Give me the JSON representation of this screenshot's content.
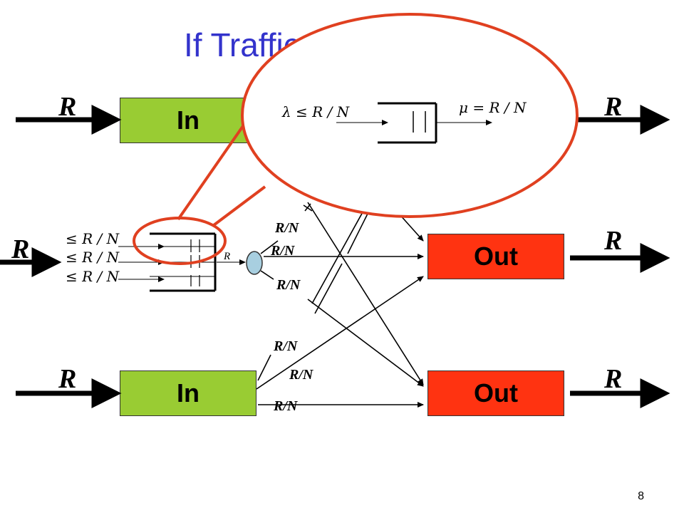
{
  "slide": {
    "title": "If Traffic",
    "page_number": "8"
  },
  "boxes": {
    "in_top": "In",
    "in_bottom": "In",
    "out_middle": "Out",
    "out_bottom": "Out"
  },
  "rate_labels": {
    "line_rate": "R",
    "per_output": "R/N",
    "small_r": "R"
  },
  "queue": {
    "arrival_constraint": "≤ R / N",
    "zoom_arrival": "λ ≤ R / N",
    "zoom_service": "μ = R / N"
  },
  "colors": {
    "title": "#3333cc",
    "in_box": "#99cc33",
    "out_box": "#ff3311",
    "zoom_circle": "#ff3311",
    "zoom_outline": "#e04020",
    "demux_node": "#a8cfe0"
  }
}
